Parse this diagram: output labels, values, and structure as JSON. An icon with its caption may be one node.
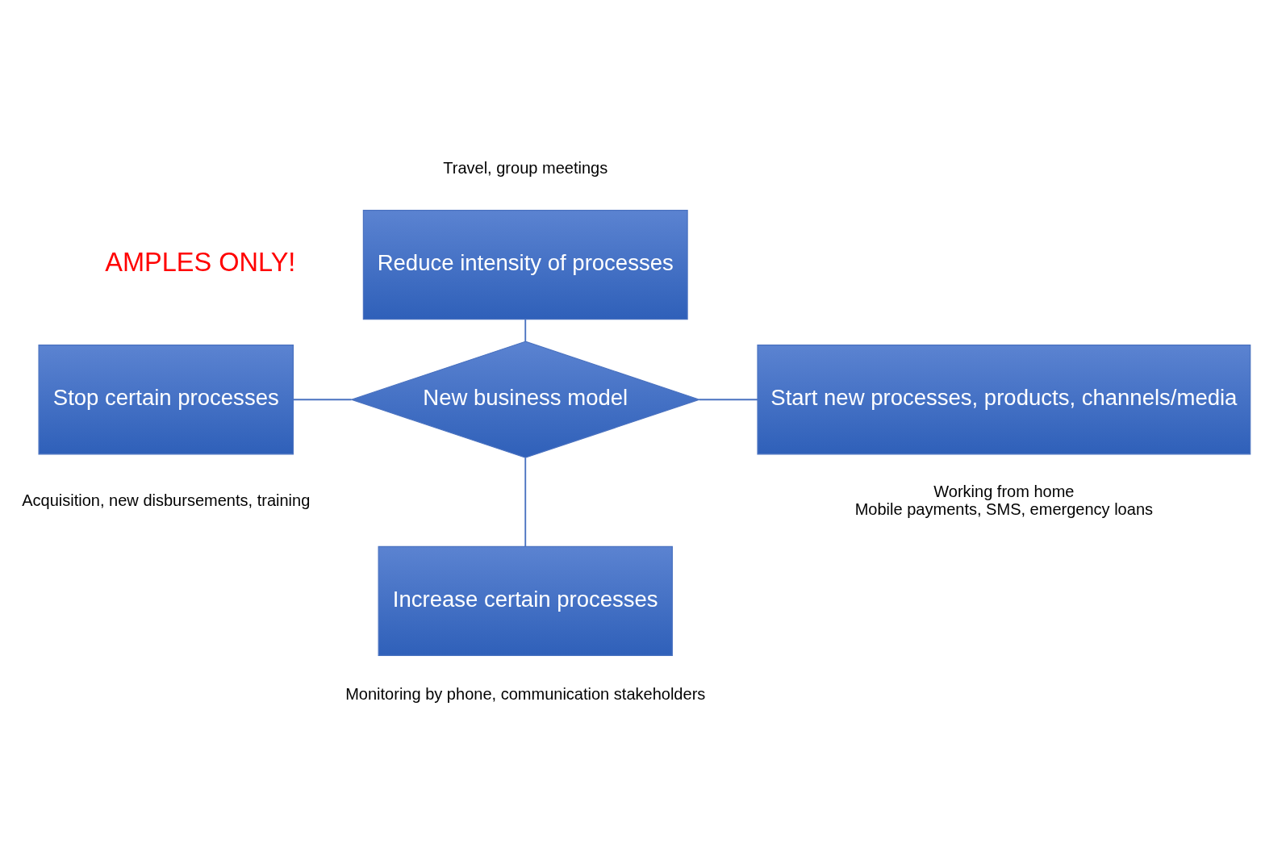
{
  "diagram": {
    "nodes": [
      {
        "text": [
          "Reduce intensity of processes"
        ],
        "beside": [
          "Travel, group meetings"
        ]
      },
      {
        "text": [
          "Stop certain processes"
        ],
        "beside": [
          "Acquisition, new disbursements, training"
        ]
      },
      {
        "text": [
          "New business model"
        ]
      },
      {
        "text": [
          "Start new processes, products, channels/media"
        ],
        "beside": [
          "Working from home",
          "Mobile payments, SMS, emergency loans"
        ]
      },
      {
        "text": [
          "Increase certain processes"
        ],
        "beside": [
          "Monitoring by phone, communication stakeholders"
        ]
      }
    ],
    "edges": [
      {
        "from": 0,
        "to": 2,
        "arrow": "none"
      },
      {
        "from": 1,
        "to": 2,
        "arrow": "none"
      },
      {
        "from": 2,
        "to": 3,
        "arrow": "none"
      },
      {
        "from": 2,
        "to": 4,
        "arrow": "none"
      }
    ],
    "labels": [
      "AMPLES ONLY!"
    ]
  }
}
